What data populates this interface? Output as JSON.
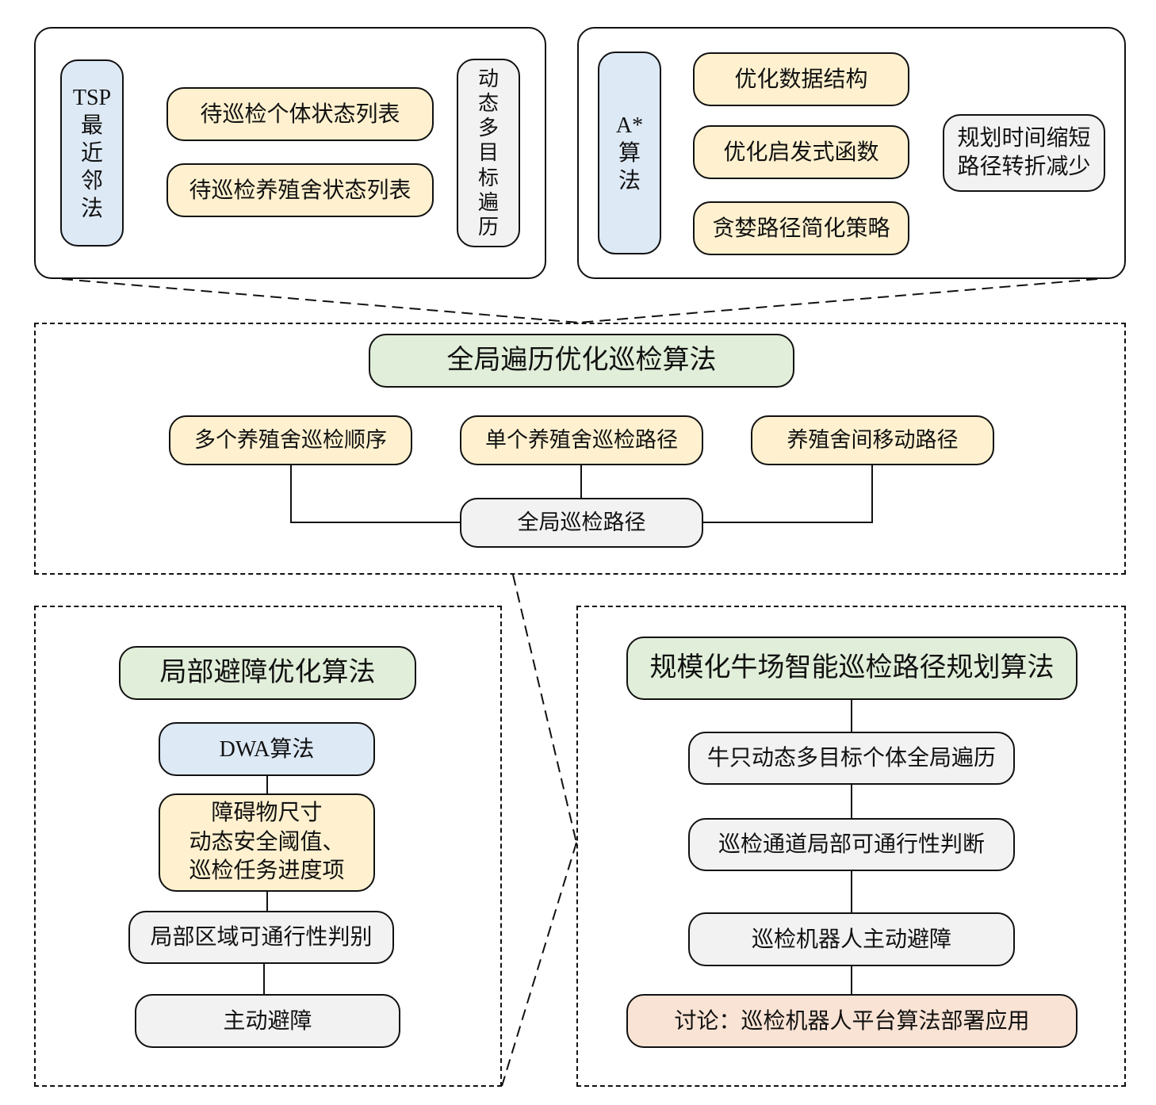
{
  "top_left_panel": {
    "method": [
      "TSP",
      "最",
      "近",
      "邻",
      "法"
    ],
    "items": [
      "待巡检个体状态列表",
      "待巡检养殖舍状态列表"
    ],
    "result": [
      "动",
      "态",
      "多",
      "目",
      "标",
      "遍",
      "历"
    ]
  },
  "top_right_panel": {
    "method": [
      "A*",
      "算",
      "法"
    ],
    "items": [
      "优化数据结构",
      "优化启发式函数",
      "贪婪路径简化策略"
    ],
    "result": "规划时间缩短\n路径转折减少"
  },
  "global_panel": {
    "title": "全局遍历优化巡检算法",
    "items": [
      "多个养殖舍巡检顺序",
      "单个养殖舍巡检路径",
      "养殖舍间移动路径"
    ],
    "result": "全局巡检路径"
  },
  "local_panel": {
    "title": "局部避障优化算法",
    "method": "DWA算法",
    "params": "障碍物尺寸\n动态安全阈值、\n巡检任务进度项",
    "judge": "局部区域可通行性判别",
    "result": "主动避障"
  },
  "main_panel": {
    "title": "规模化牛场智能巡检路径规划算法",
    "steps": [
      "牛只动态多目标个体全局遍历",
      "巡检通道局部可通行性判断",
      "巡检机器人主动避障"
    ],
    "discussion": "讨论：巡检机器人平台算法部署应用"
  },
  "colors": {
    "blue": "#dde9f5",
    "yellow": "#fff1cf",
    "gray": "#f2f2f2",
    "green": "#e1eed9",
    "peach": "#f9e3d4",
    "stroke": "#111111"
  }
}
